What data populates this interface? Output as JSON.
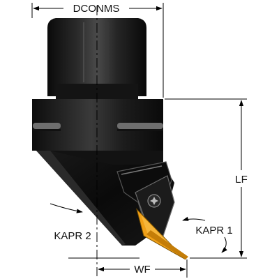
{
  "dimensions": {
    "top_width": "DCONMS",
    "length": "LF",
    "offset": "WF",
    "angle_2": "KAPR 2",
    "angle_1": "KAPR 1"
  },
  "colors": {
    "tool_body": "#111111",
    "highlight": "#4a4a4a",
    "insert": "#f0a018",
    "dimension_lines": "#000000",
    "background": "#ffffff"
  }
}
